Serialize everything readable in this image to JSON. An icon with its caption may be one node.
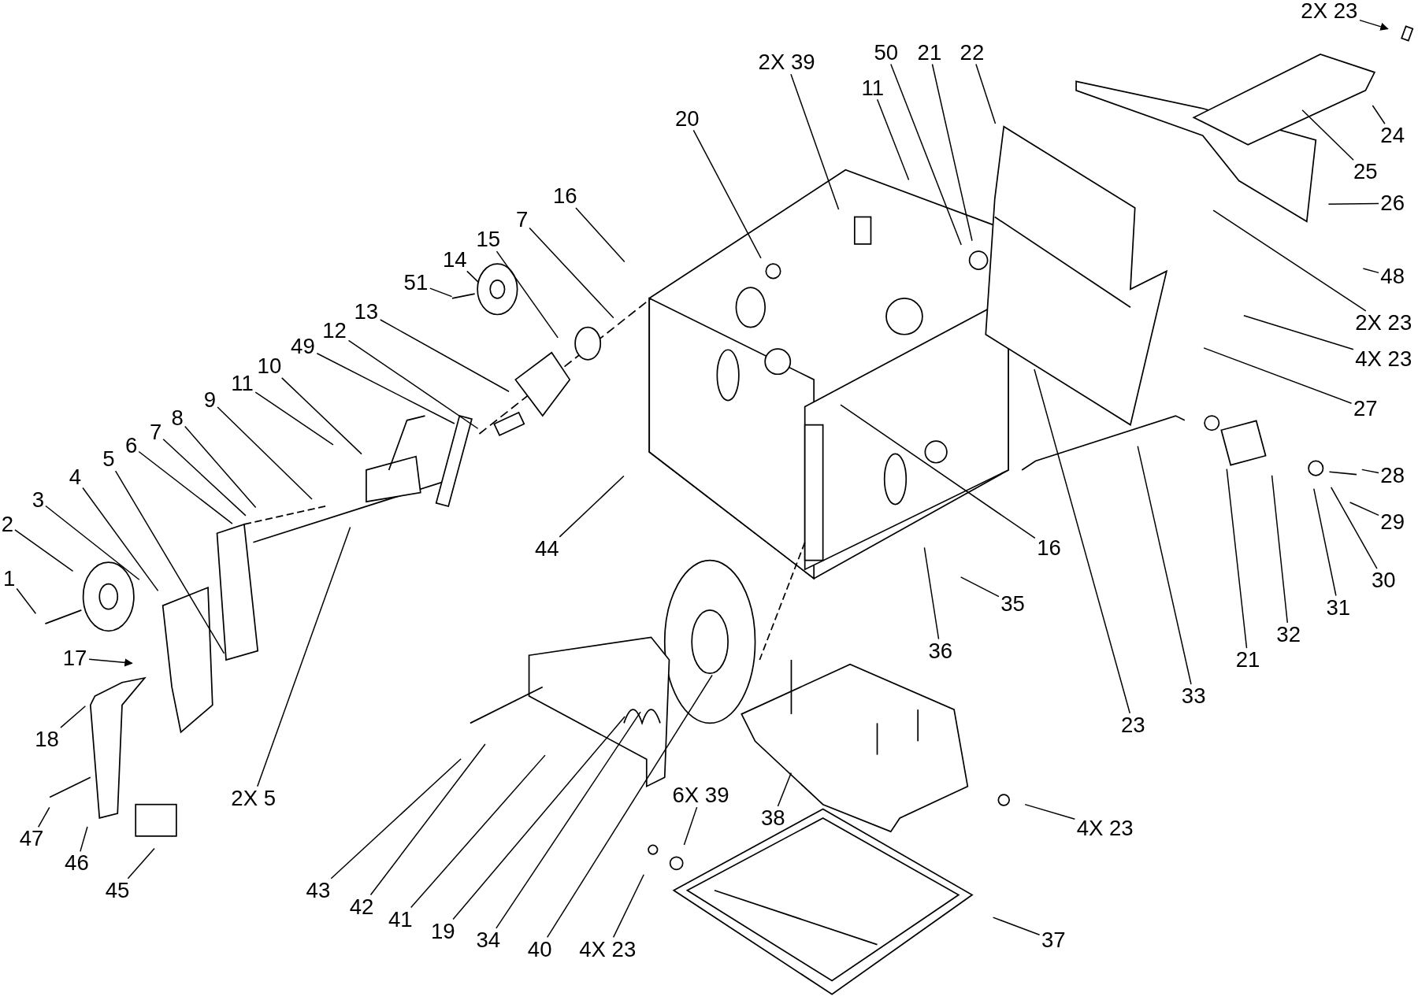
{
  "diagram": {
    "nodes": [
      {
        "text": [
          "1"
        ]
      },
      {
        "text": [
          "2"
        ]
      },
      {
        "text": [
          "3"
        ]
      },
      {
        "text": [
          "4"
        ]
      },
      {
        "text": [
          "5"
        ]
      },
      {
        "text": [
          "6"
        ]
      },
      {
        "text": [
          "7"
        ]
      },
      {
        "text": [
          "8"
        ]
      },
      {
        "text": [
          "9"
        ]
      },
      {
        "text": [
          "11"
        ]
      },
      {
        "text": [
          "10"
        ]
      },
      {
        "text": [
          "49"
        ]
      },
      {
        "text": [
          "12"
        ]
      },
      {
        "text": [
          "13"
        ]
      },
      {
        "text": [
          "51"
        ]
      },
      {
        "text": [
          "14"
        ]
      },
      {
        "text": [
          "15"
        ]
      },
      {
        "text": [
          "7"
        ]
      },
      {
        "text": [
          "16"
        ]
      },
      {
        "text": [
          "20"
        ]
      },
      {
        "text": [
          "2X 39"
        ]
      },
      {
        "text": [
          "11"
        ]
      },
      {
        "text": [
          "50"
        ]
      },
      {
        "text": [
          "21"
        ]
      },
      {
        "text": [
          "22"
        ]
      },
      {
        "text": [
          "2X 23"
        ]
      },
      {
        "text": [
          "24"
        ]
      },
      {
        "text": [
          "25"
        ]
      },
      {
        "text": [
          "26"
        ]
      },
      {
        "text": [
          "48"
        ]
      },
      {
        "text": [
          "2X 23"
        ]
      },
      {
        "text": [
          "4X 23"
        ]
      },
      {
        "text": [
          "27"
        ]
      },
      {
        "text": [
          "28"
        ]
      },
      {
        "text": [
          "29"
        ]
      },
      {
        "text": [
          "30"
        ]
      },
      {
        "text": [
          "31"
        ]
      },
      {
        "text": [
          "32"
        ]
      },
      {
        "text": [
          "21"
        ]
      },
      {
        "text": [
          "33"
        ]
      },
      {
        "text": [
          "23"
        ]
      },
      {
        "text": [
          "16"
        ]
      },
      {
        "text": [
          "35"
        ]
      },
      {
        "text": [
          "36"
        ]
      },
      {
        "text": [
          "44"
        ]
      },
      {
        "text": [
          "2X 5"
        ]
      },
      {
        "text": [
          "17"
        ]
      },
      {
        "text": [
          "18"
        ]
      },
      {
        "text": [
          "47"
        ]
      },
      {
        "text": [
          "46"
        ]
      },
      {
        "text": [
          "45"
        ]
      },
      {
        "text": [
          "43"
        ]
      },
      {
        "text": [
          "42"
        ]
      },
      {
        "text": [
          "41"
        ]
      },
      {
        "text": [
          "19"
        ]
      },
      {
        "text": [
          "34"
        ]
      },
      {
        "text": [
          "40"
        ]
      },
      {
        "text": [
          "4X 23"
        ]
      },
      {
        "text": [
          "6X 39"
        ]
      },
      {
        "text": [
          "38"
        ]
      },
      {
        "text": [
          "37"
        ]
      },
      {
        "text": [
          "4X 23"
        ]
      }
    ],
    "edges": [
      {
        "from": 0,
        "to": null,
        "arrow": "none"
      },
      {
        "from": 1,
        "to": null,
        "arrow": "none"
      },
      {
        "from": 2,
        "to": null,
        "arrow": "none"
      },
      {
        "from": 3,
        "to": null,
        "arrow": "none"
      },
      {
        "from": 4,
        "to": null,
        "arrow": "none"
      },
      {
        "from": 5,
        "to": null,
        "arrow": "none"
      },
      {
        "from": 6,
        "to": null,
        "arrow": "none"
      },
      {
        "from": 7,
        "to": null,
        "arrow": "none"
      },
      {
        "from": 8,
        "to": null,
        "arrow": "none"
      },
      {
        "from": 9,
        "to": null,
        "arrow": "none"
      },
      {
        "from": 10,
        "to": null,
        "arrow": "none"
      },
      {
        "from": 11,
        "to": null,
        "arrow": "none"
      },
      {
        "from": 12,
        "to": null,
        "arrow": "none"
      },
      {
        "from": 13,
        "to": null,
        "arrow": "none"
      },
      {
        "from": 14,
        "to": null,
        "arrow": "none"
      },
      {
        "from": 15,
        "to": null,
        "arrow": "none"
      },
      {
        "from": 16,
        "to": null,
        "arrow": "none"
      },
      {
        "from": 17,
        "to": null,
        "arrow": "none"
      },
      {
        "from": 18,
        "to": null,
        "arrow": "none"
      },
      {
        "from": 19,
        "to": null,
        "arrow": "none"
      },
      {
        "from": 20,
        "to": null,
        "arrow": "none"
      },
      {
        "from": 21,
        "to": null,
        "arrow": "none"
      },
      {
        "from": 22,
        "to": null,
        "arrow": "none"
      },
      {
        "from": 23,
        "to": null,
        "arrow": "none"
      },
      {
        "from": 24,
        "to": null,
        "arrow": "none"
      },
      {
        "from": 25,
        "to": null,
        "arrow": "to"
      },
      {
        "from": 26,
        "to": null,
        "arrow": "none"
      },
      {
        "from": 27,
        "to": null,
        "arrow": "none"
      },
      {
        "from": 28,
        "to": null,
        "arrow": "none"
      },
      {
        "from": 29,
        "to": null,
        "arrow": "none"
      },
      {
        "from": 30,
        "to": null,
        "arrow": "none"
      },
      {
        "from": 31,
        "to": null,
        "arrow": "none"
      },
      {
        "from": 32,
        "to": null,
        "arrow": "none"
      },
      {
        "from": 33,
        "to": null,
        "arrow": "none"
      },
      {
        "from": 34,
        "to": null,
        "arrow": "none"
      },
      {
        "from": 35,
        "to": null,
        "arrow": "none"
      },
      {
        "from": 36,
        "to": null,
        "arrow": "none"
      },
      {
        "from": 37,
        "to": null,
        "arrow": "none"
      },
      {
        "from": 38,
        "to": null,
        "arrow": "none"
      },
      {
        "from": 39,
        "to": null,
        "arrow": "none"
      },
      {
        "from": 40,
        "to": null,
        "arrow": "none"
      },
      {
        "from": 41,
        "to": null,
        "arrow": "none"
      },
      {
        "from": 42,
        "to": null,
        "arrow": "none"
      },
      {
        "from": 43,
        "to": null,
        "arrow": "none"
      },
      {
        "from": 44,
        "to": null,
        "arrow": "none"
      },
      {
        "from": 45,
        "to": null,
        "arrow": "none"
      },
      {
        "from": 46,
        "to": null,
        "arrow": "to"
      },
      {
        "from": 47,
        "to": null,
        "arrow": "none"
      },
      {
        "from": 48,
        "to": null,
        "arrow": "none"
      },
      {
        "from": 49,
        "to": null,
        "arrow": "none"
      },
      {
        "from": 50,
        "to": null,
        "arrow": "none"
      },
      {
        "from": 51,
        "to": null,
        "arrow": "none"
      },
      {
        "from": 52,
        "to": null,
        "arrow": "none"
      },
      {
        "from": 53,
        "to": null,
        "arrow": "none"
      },
      {
        "from": 54,
        "to": null,
        "arrow": "none"
      },
      {
        "from": 55,
        "to": null,
        "arrow": "none"
      },
      {
        "from": 56,
        "to": null,
        "arrow": "none"
      },
      {
        "from": 57,
        "to": null,
        "arrow": "none"
      },
      {
        "from": 58,
        "to": null,
        "arrow": "none"
      },
      {
        "from": 59,
        "to": null,
        "arrow": "none"
      },
      {
        "from": 60,
        "to": null,
        "arrow": "none"
      },
      {
        "from": 61,
        "to": null,
        "arrow": "none"
      }
    ]
  }
}
